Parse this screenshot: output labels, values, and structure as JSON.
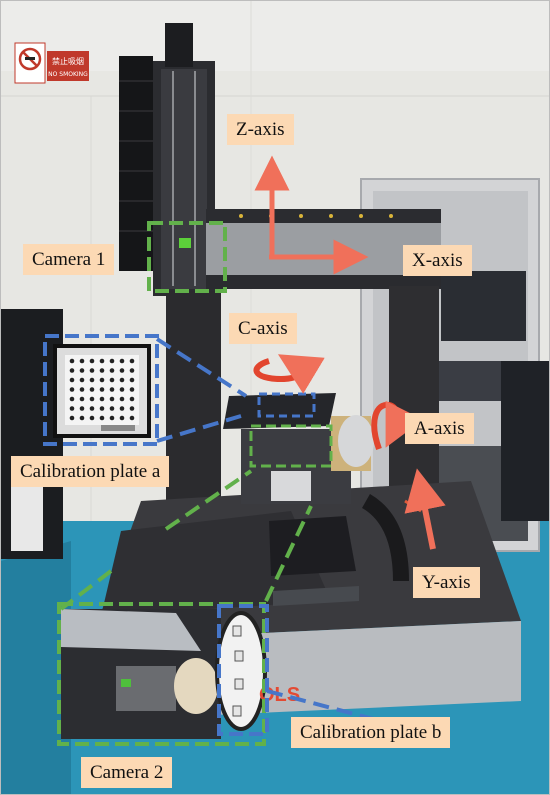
{
  "labels": {
    "z_axis": "Z-axis",
    "x_axis": "X-axis",
    "c_axis": "C-axis",
    "a_axis": "A-axis",
    "y_axis": "Y-axis",
    "camera_1": "Camera 1",
    "camera_2": "Camera 2",
    "calibration_plate_a": "Calibration plate a",
    "calibration_plate_b": "Calibration plate b"
  },
  "signs": {
    "no_smoking_cn": "禁止吸烟",
    "no_smoking_en": "NO SMOKING"
  },
  "floor_text": "OLS",
  "colors": {
    "label_bg": "#fcd9b4",
    "axis_arrow": "#f0705a",
    "camera_box": "#62b14b",
    "plate_box": "#4676c9",
    "floor": "#2c95b8",
    "granite": "#2b2b2e",
    "wall": "#e9e9e6"
  },
  "icons": [
    "no-smoking-icon",
    "calibration-dot-grid-icon"
  ]
}
